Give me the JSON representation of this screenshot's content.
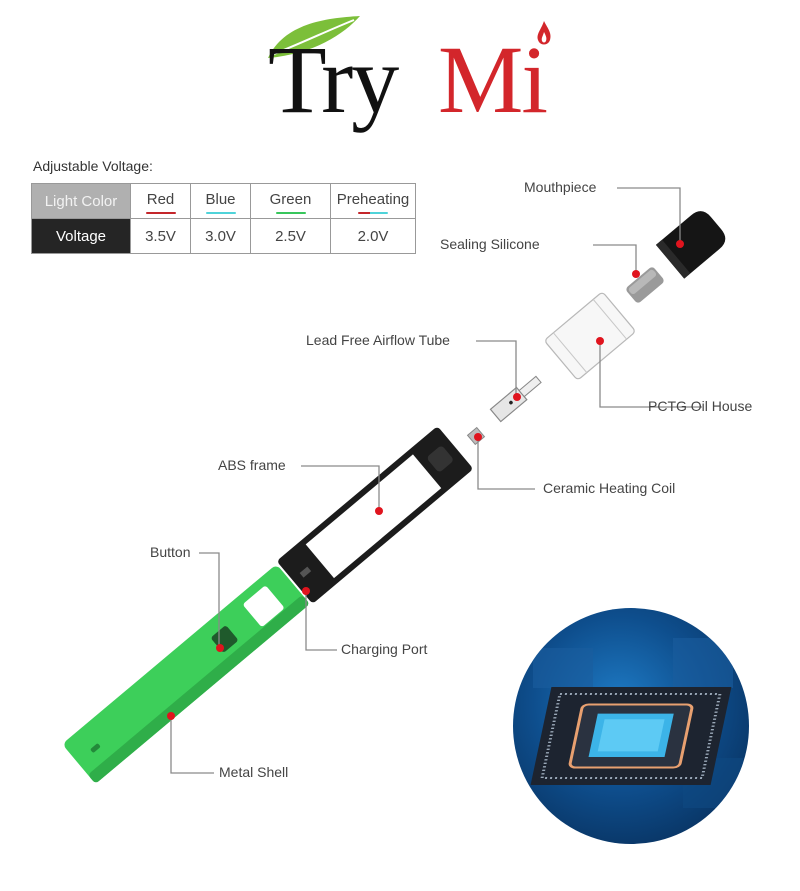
{
  "logo": {
    "text_dark": "Try",
    "text_red": "Mi",
    "colors": {
      "dark": "#111111",
      "red": "#d3262b",
      "leaf": "#7cbf3a"
    }
  },
  "voltage_table": {
    "title": "Adjustable Voltage:",
    "row_header_1": "Light Color",
    "row_header_2": "Voltage",
    "columns": [
      {
        "name": "Red",
        "voltage": "3.5V",
        "color": "#c4262b"
      },
      {
        "name": "Blue",
        "voltage": "3.0V",
        "color": "#4fd3d9"
      },
      {
        "name": "Green",
        "voltage": "2.5V",
        "color": "#38c65c"
      },
      {
        "name": "Preheating",
        "voltage": "2.0V",
        "color": "#c4262b",
        "color2": "#4fd3d9"
      }
    ]
  },
  "parts": {
    "mouthpiece": "Mouthpiece",
    "sealing_silicone": "Sealing Silicone",
    "airflow_tube": "Lead Free Airflow Tube",
    "oil_house": "PCTG Oil House",
    "abs_frame": "ABS frame",
    "heating_coil": "Ceramic Heating Coil",
    "button": "Button",
    "charging_port": "Charging Port",
    "metal_shell": "Metal Shell"
  },
  "colors": {
    "shell_green": "#3dcf5a",
    "frame_black": "#1c1c1c",
    "marker_red": "#e0141e",
    "leader_line": "#8a8a8a"
  }
}
